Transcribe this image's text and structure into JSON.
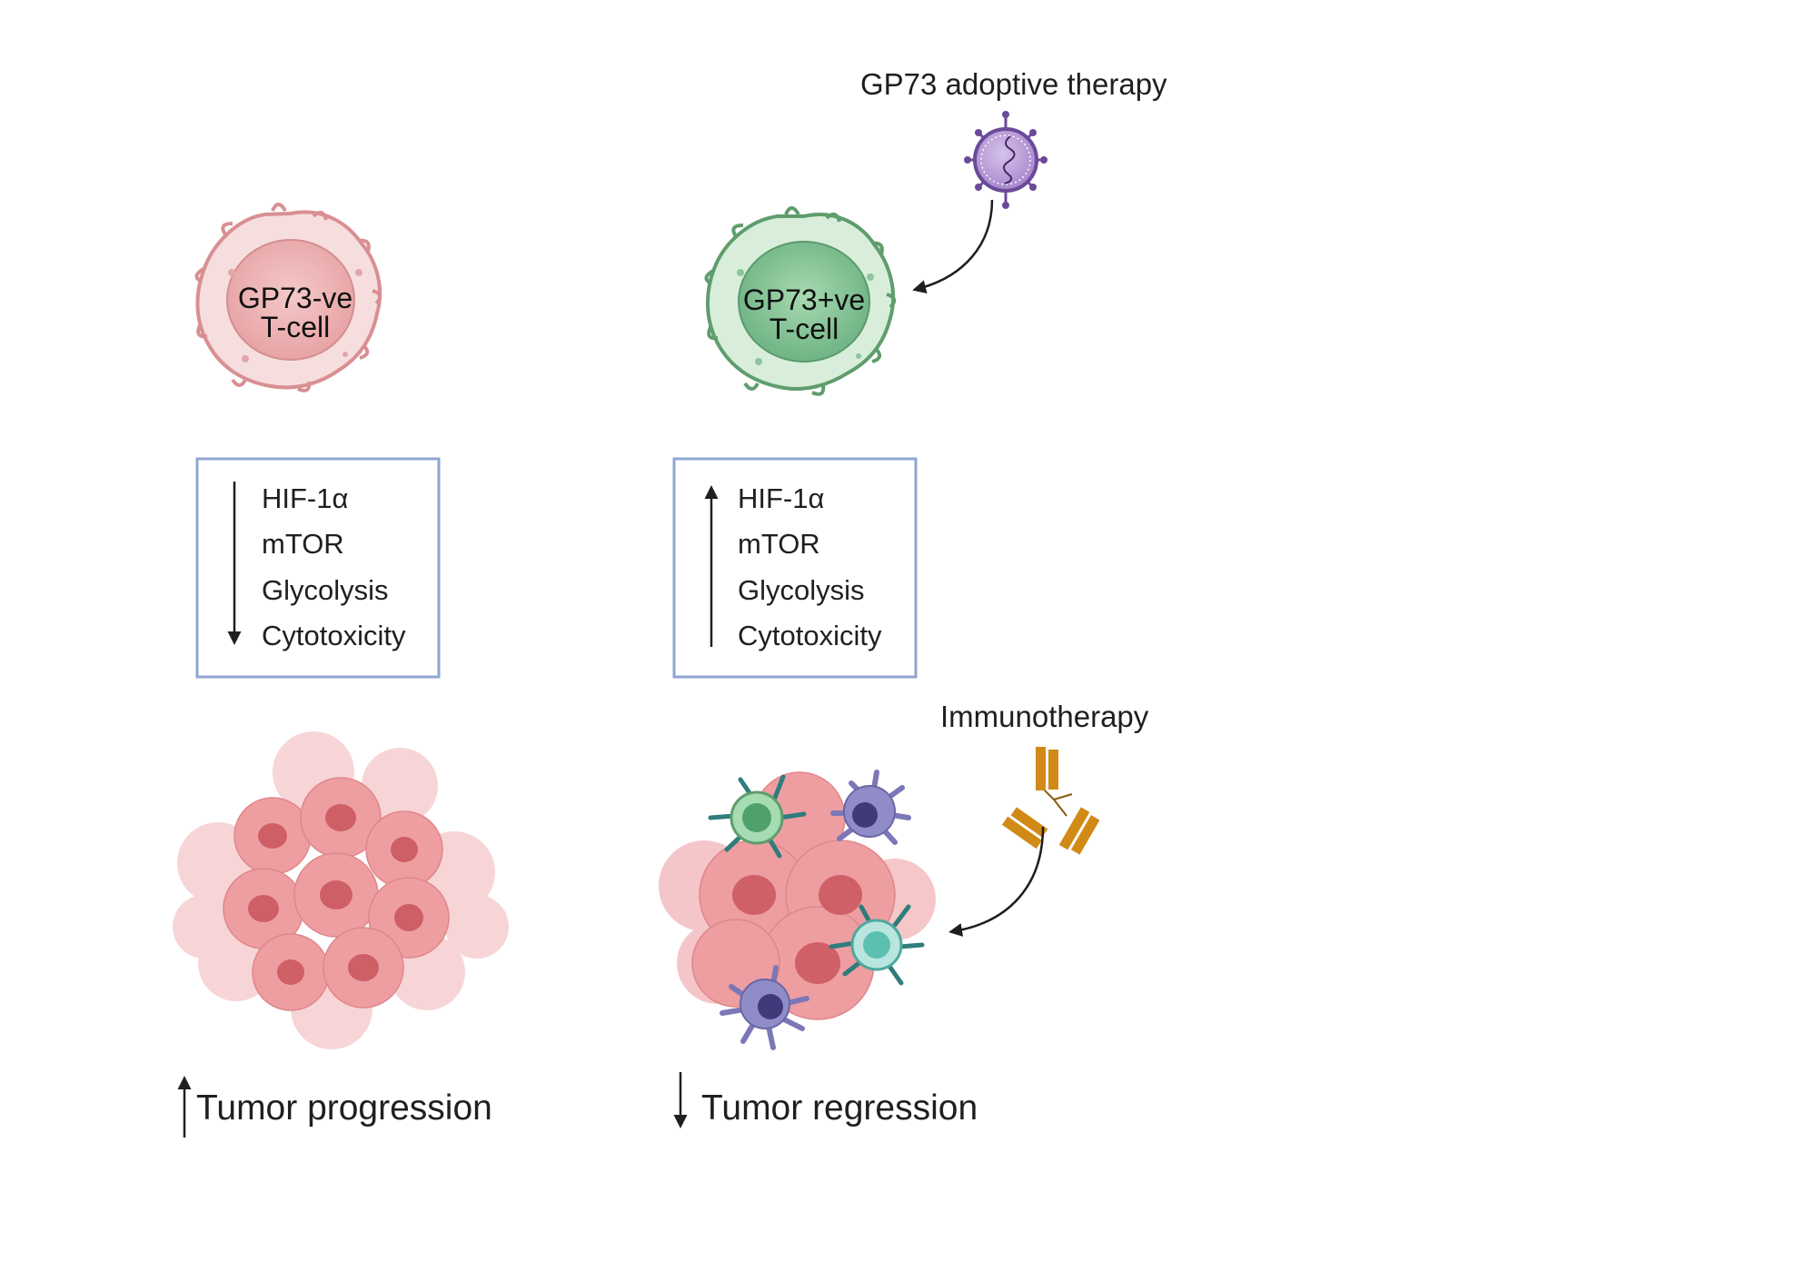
{
  "therapies": {
    "adoptive": "GP73 adoptive therapy",
    "immunotherapy": "Immunotherapy"
  },
  "cells": {
    "negative": {
      "line1": "GP73-ve",
      "line2": "T-cell"
    },
    "positive": {
      "line1": "GP73+ve",
      "line2": "T-cell"
    }
  },
  "markers": [
    "HIF-1α",
    "mTOR",
    "Glycolysis",
    "Cytotoxicity"
  ],
  "outcomes": {
    "progression": "Tumor progression",
    "regression": "Tumor regression"
  },
  "colors": {
    "negative_cell": "#e8a5a5",
    "positive_cell": "#7fbf8f",
    "box_border": "#8ea6d2",
    "tumor": "#e98a8f",
    "nucleus": "#c9555d",
    "virus": "#8a63b8",
    "antibody": "#d18a16",
    "dendritic": "#7c78b8",
    "text": "#1f1f1f"
  }
}
